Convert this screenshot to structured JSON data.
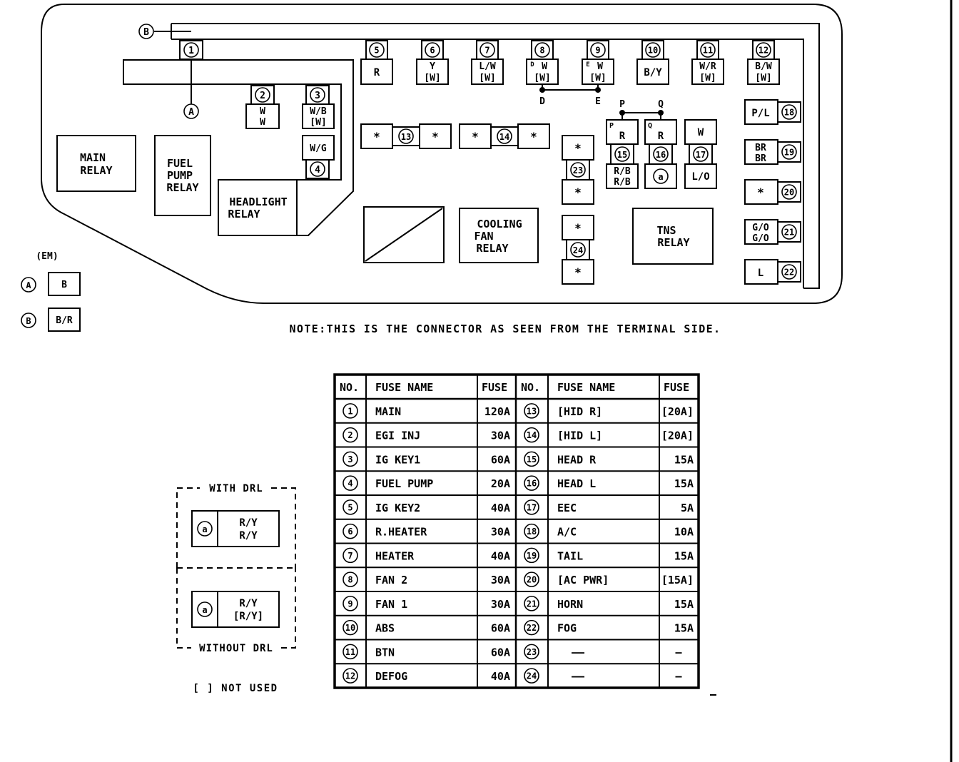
{
  "relays": {
    "main": [
      "MAIN",
      "RELAY"
    ],
    "fuel_pump": [
      "FUEL",
      "PUMP",
      "RELAY"
    ],
    "headlight": [
      "HEADLIGHT",
      "RELAY"
    ],
    "cooling_fan": [
      "COOLING",
      "FAN",
      "RELAY"
    ],
    "tns": [
      "TNS",
      "RELAY"
    ]
  },
  "markers": {
    "A": "A",
    "B": "B",
    "D": "D",
    "E": "E",
    "P": "P",
    "Q": "Q",
    "a": "a"
  },
  "top_fuses": [
    {
      "num": "5",
      "line1": "R",
      "line2": ""
    },
    {
      "num": "6",
      "line1": "Y",
      "line2": "[W]"
    },
    {
      "num": "7",
      "line1": "L/W",
      "line2": "[W]"
    },
    {
      "num": "8",
      "line1": "W",
      "line2": "[W]",
      "tag": "D"
    },
    {
      "num": "9",
      "line1": "W",
      "line2": "[W]",
      "tag": "E"
    },
    {
      "num": "10",
      "line1": "B/Y",
      "line2": ""
    },
    {
      "num": "11",
      "line1": "W/R",
      "line2": "[W]"
    },
    {
      "num": "12",
      "line1": "B/W",
      "line2": "[W]"
    }
  ],
  "left_fuses": {
    "f1": "1",
    "f2": {
      "num": "2",
      "line1": "W",
      "line2": "W"
    },
    "f3": {
      "num": "3",
      "line1": "W/B",
      "line2": "[W]"
    },
    "f4": {
      "num": "4",
      "line1": "W/G"
    }
  },
  "mid_fuses": {
    "f13": {
      "num": "13",
      "left": "*",
      "right": "*"
    },
    "f14": {
      "num": "14",
      "left": "*",
      "right": "*"
    },
    "f23": {
      "num": "23",
      "top": "*",
      "bottom": "*"
    },
    "f24": {
      "num": "24",
      "top": "*",
      "bottom": "*"
    },
    "f15": {
      "num": "15",
      "tag": "P",
      "line1": "R",
      "bottom1": "R/B",
      "bottom2": "R/B"
    },
    "f16": {
      "num": "16",
      "tag": "Q",
      "line1": "R"
    },
    "f17": {
      "num": "17",
      "line1": "W",
      "bottom1": "L/O"
    }
  },
  "right_fuses": [
    {
      "num": "18",
      "line1": "P/L",
      "line2": ""
    },
    {
      "num": "19",
      "line1": "BR",
      "line2": "BR"
    },
    {
      "num": "20",
      "line1": "*",
      "line2": ""
    },
    {
      "num": "21",
      "line1": "G/O",
      "line2": "G/O"
    },
    {
      "num": "22",
      "line1": "L",
      "line2": ""
    }
  ],
  "em_legend": {
    "title": "(EM)",
    "rows": [
      {
        "marker": "A",
        "value": "B"
      },
      {
        "marker": "B",
        "value": "B/R"
      }
    ]
  },
  "note": "NOTE:THIS IS THE CONNECTOR AS SEEN FROM THE TERMINAL SIDE.",
  "drl": {
    "with_label": "WITH DRL",
    "without_label": "WITHOUT DRL",
    "with": {
      "marker": "a",
      "line1": "R/Y",
      "line2": "R/Y"
    },
    "without": {
      "marker": "a",
      "line1": "R/Y",
      "line2": "[R/Y]"
    },
    "not_used": "[ ] NOT USED"
  },
  "table": {
    "headers": [
      "NO.",
      "FUSE NAME",
      "FUSE",
      "NO.",
      "FUSE NAME",
      "FUSE"
    ],
    "rows": [
      {
        "n1": "1",
        "name1": "MAIN",
        "a1": "120A",
        "n2": "13",
        "name2": "[HID R]",
        "a2": "[20A]"
      },
      {
        "n1": "2",
        "name1": "EGI INJ",
        "a1": "30A",
        "n2": "14",
        "name2": "[HID L]",
        "a2": "[20A]"
      },
      {
        "n1": "3",
        "name1": "IG KEY1",
        "a1": "60A",
        "n2": "15",
        "name2": "HEAD R",
        "a2": "15A"
      },
      {
        "n1": "4",
        "name1": "FUEL PUMP",
        "a1": "20A",
        "n2": "16",
        "name2": "HEAD L",
        "a2": "15A"
      },
      {
        "n1": "5",
        "name1": "IG KEY2",
        "a1": "40A",
        "n2": "17",
        "name2": "EEC",
        "a2": "5A"
      },
      {
        "n1": "6",
        "name1": "R.HEATER",
        "a1": "30A",
        "n2": "18",
        "name2": "A/C",
        "a2": "10A"
      },
      {
        "n1": "7",
        "name1": "HEATER",
        "a1": "40A",
        "n2": "19",
        "name2": "TAIL",
        "a2": "15A"
      },
      {
        "n1": "8",
        "name1": "FAN 2",
        "a1": "30A",
        "n2": "20",
        "name2": "[AC PWR]",
        "a2": "[15A]"
      },
      {
        "n1": "9",
        "name1": "FAN 1",
        "a1": "30A",
        "n2": "21",
        "name2": "HORN",
        "a2": "15A"
      },
      {
        "n1": "10",
        "name1": "ABS",
        "a1": "60A",
        "n2": "22",
        "name2": "FOG",
        "a2": "15A"
      },
      {
        "n1": "11",
        "name1": "BTN",
        "a1": "60A",
        "n2": "23",
        "name2": "——",
        "a2": "—"
      },
      {
        "n1": "12",
        "name1": "DEFOG",
        "a1": "40A",
        "n2": "24",
        "name2": "——",
        "a2": "—"
      }
    ]
  }
}
